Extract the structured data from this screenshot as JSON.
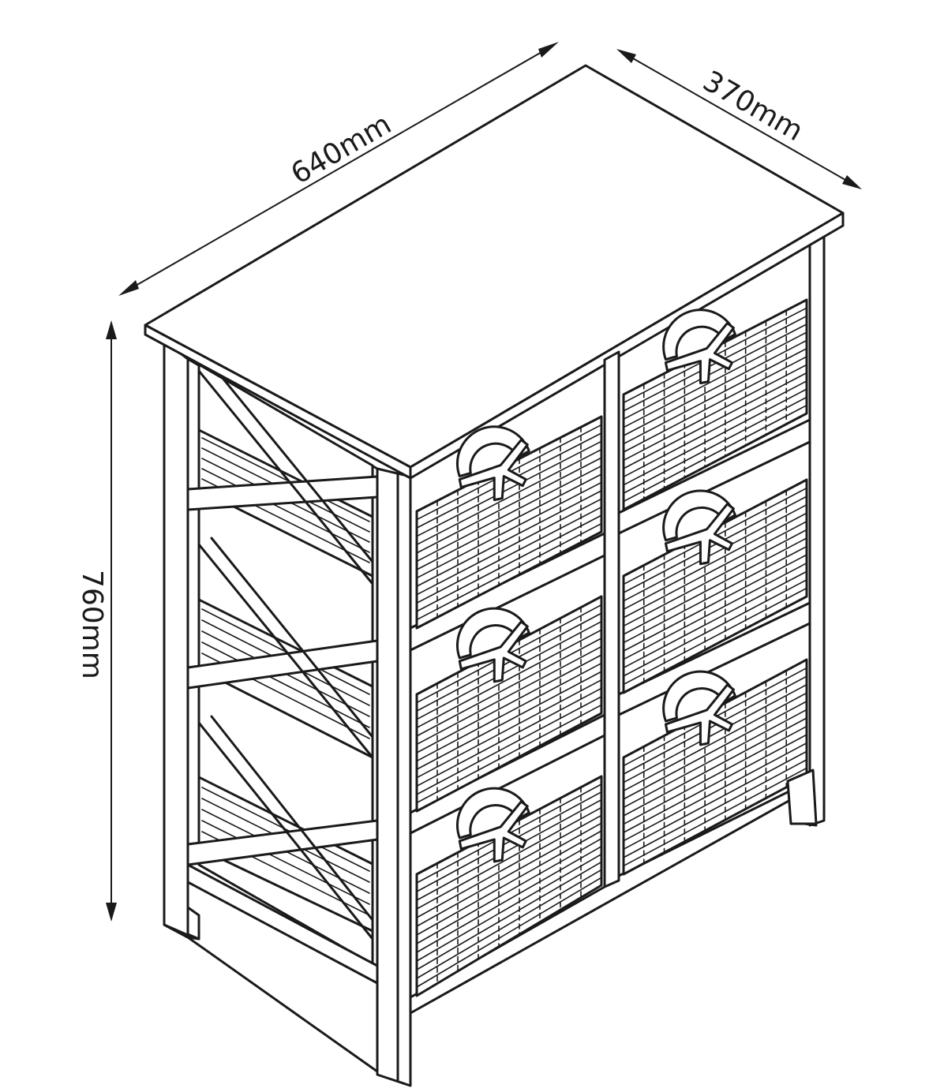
{
  "dimensions": {
    "width": "640mm",
    "depth": "370mm",
    "height": "760mm"
  },
  "cabinet": {
    "drawer_columns": 2,
    "drawer_rows": 3,
    "side_x_braces": 3
  },
  "colors": {
    "line": "#1a1a1a",
    "background": "#ffffff"
  }
}
